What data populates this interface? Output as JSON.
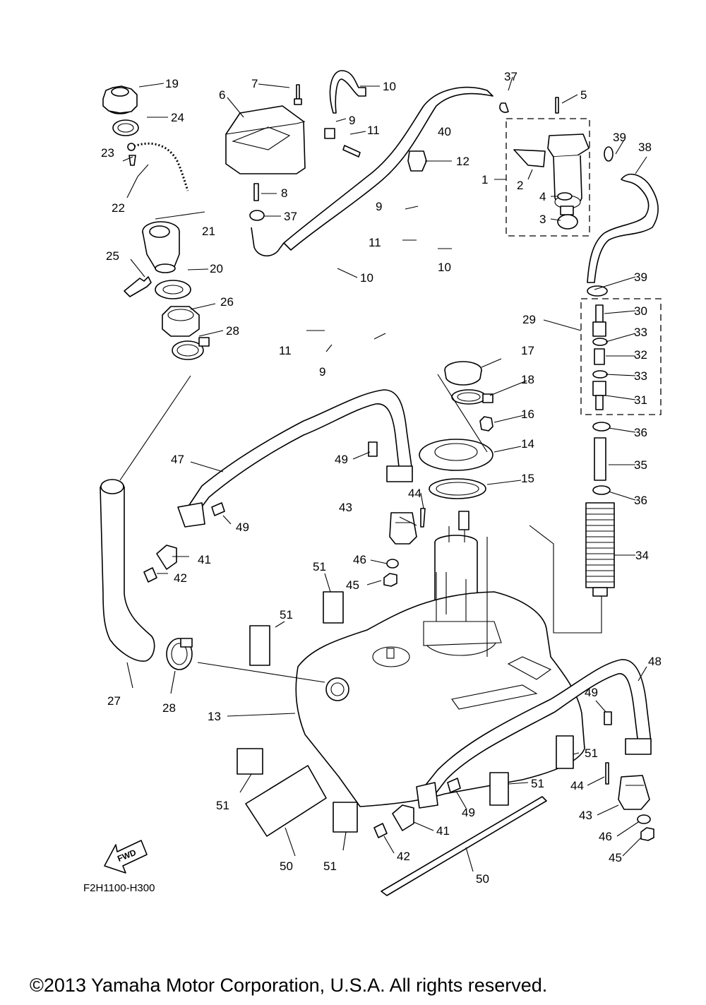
{
  "diagram": {
    "code": "F2H1100-H300",
    "fwd_label": "FWD",
    "copyright": "©2013 Yamaha Motor Corporation, U.S.A. All rights reserved.",
    "callouts": [
      "1",
      "2",
      "3",
      "4",
      "5",
      "6",
      "7",
      "8",
      "9",
      "10",
      "11",
      "12",
      "13",
      "14",
      "15",
      "16",
      "17",
      "18",
      "19",
      "20",
      "21",
      "22",
      "23",
      "24",
      "25",
      "26",
      "27",
      "28",
      "29",
      "30",
      "31",
      "32",
      "33",
      "34",
      "35",
      "36",
      "37",
      "38",
      "39",
      "40",
      "41",
      "42",
      "43",
      "44",
      "45",
      "46",
      "47",
      "48",
      "49",
      "50",
      "51"
    ]
  }
}
